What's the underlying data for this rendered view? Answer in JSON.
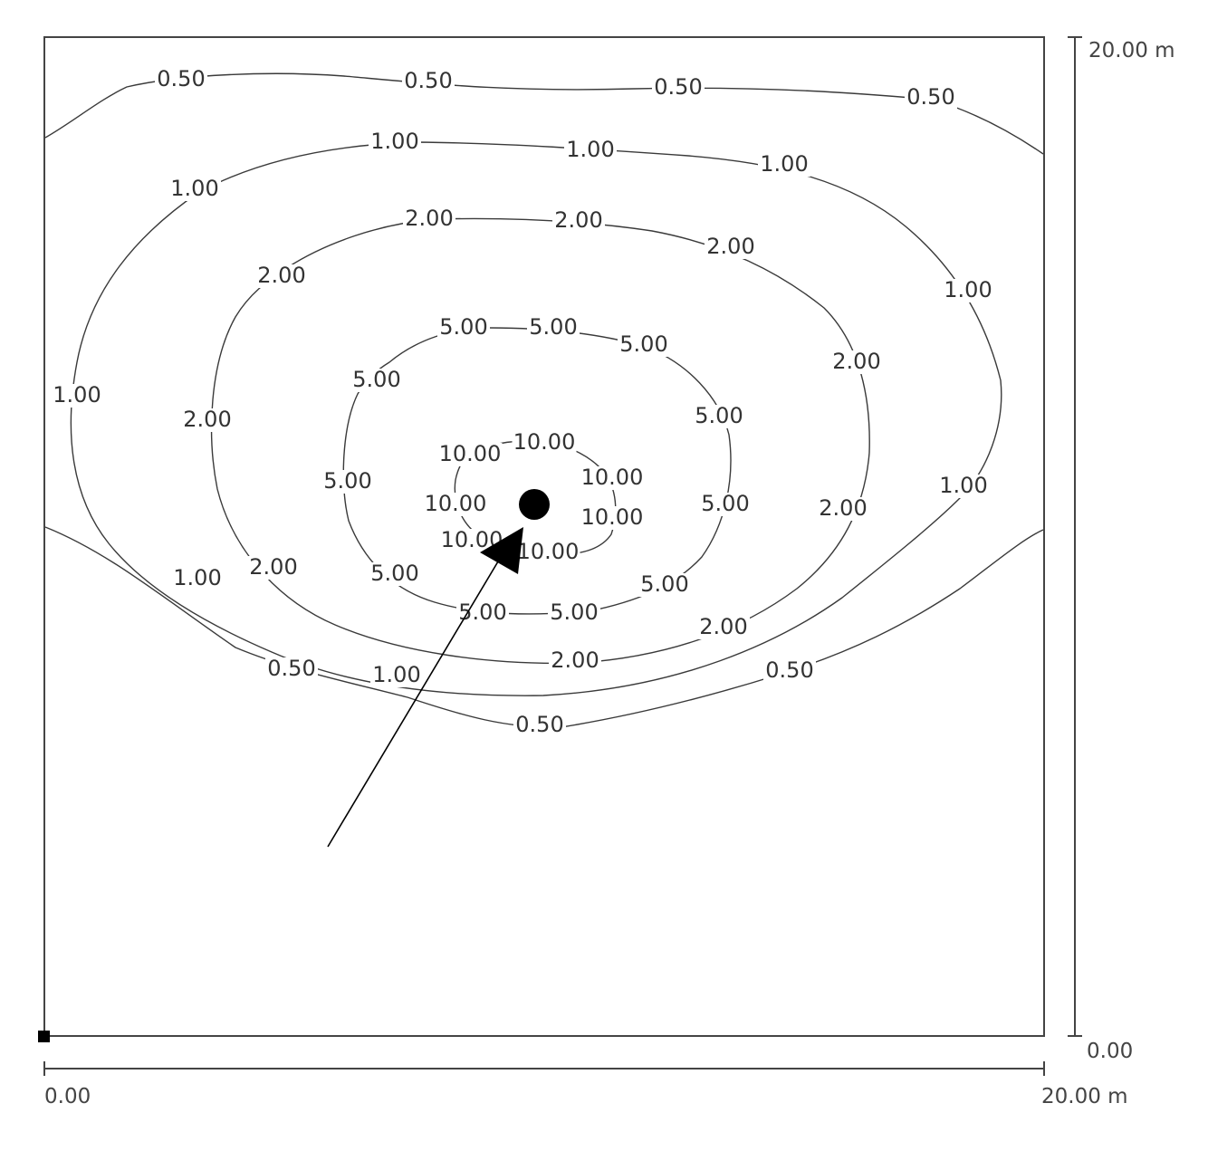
{
  "plot": {
    "x_axis": {
      "min_label": "0.00",
      "max_label": "20.00 m"
    },
    "y_axis": {
      "min_label": "0.00",
      "max_label": "20.00 m"
    }
  },
  "contours": {
    "levels": [
      "0.50",
      "1.00",
      "2.00",
      "5.00",
      "10.00"
    ],
    "line_color": "#3a3a3a"
  },
  "source_marker": {
    "shape": "filled-circle",
    "color": "#000000"
  },
  "wind_arrow": {
    "shape": "arrow",
    "color": "#000000"
  },
  "origin_marker": {
    "shape": "filled-square",
    "color": "#000000"
  }
}
